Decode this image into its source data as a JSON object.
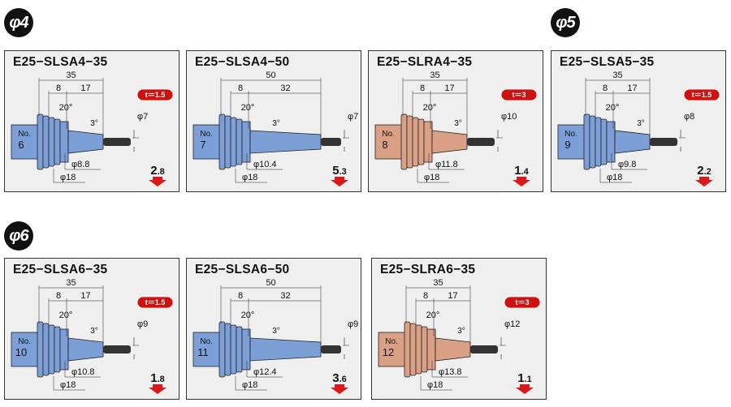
{
  "sections": [
    {
      "label": "φ4"
    },
    {
      "label": "φ5"
    },
    {
      "label": "φ6"
    }
  ],
  "colors": {
    "blue": "#7c9fd8",
    "copper": "#d9a085",
    "shank": "#333333",
    "badge": "#cc1111",
    "arrow": "#d71a1a"
  },
  "cards": [
    {
      "title": "E25−SLSA4−35",
      "variant": "short",
      "color": "blue",
      "no_label": "No.",
      "no": "6",
      "len": "35",
      "step": "8",
      "mid": "17",
      "angle": "20°",
      "taper": "3°",
      "tip": "φ7",
      "d1": "φ8.8",
      "d2": "φ18",
      "t": "t＝1.5",
      "w_int": "2",
      "w_dec": ".8"
    },
    {
      "title": "E25−SLSA4−50",
      "variant": "long",
      "color": "blue",
      "no_label": "No.",
      "no": "7",
      "len": "50",
      "step": "8",
      "mid": "32",
      "angle": "20°",
      "taper": "3°",
      "tip": "φ7",
      "d1": "φ10.4",
      "d2": "φ18",
      "t": "",
      "w_int": "5",
      "w_dec": ".3"
    },
    {
      "title": "E25−SLRA4−35",
      "variant": "short",
      "color": "copper",
      "no_label": "No.",
      "no": "8",
      "len": "35",
      "step": "8",
      "mid": "17",
      "angle": "20°",
      "taper": "3°",
      "tip": "φ10",
      "d1": "φ11.8",
      "d2": "φ18",
      "t": "t＝3",
      "w_int": "1",
      "w_dec": ".4"
    },
    {
      "title": "E25−SLSA5−35",
      "variant": "short",
      "color": "blue",
      "no_label": "No.",
      "no": "9",
      "len": "35",
      "step": "8",
      "mid": "17",
      "angle": "20°",
      "taper": "3°",
      "tip": "φ8",
      "d1": "φ9.8",
      "d2": "φ18",
      "t": "t＝1.5",
      "w_int": "2",
      "w_dec": ".2"
    },
    {
      "title": "E25−SLSA6−35",
      "variant": "short",
      "color": "blue",
      "no_label": "No.",
      "no": "10",
      "len": "35",
      "step": "8",
      "mid": "17",
      "angle": "20°",
      "taper": "3°",
      "tip": "φ9",
      "d1": "φ10.8",
      "d2": "φ18",
      "t": "t＝1.5",
      "w_int": "1",
      "w_dec": ".8"
    },
    {
      "title": "E25−SLSA6−50",
      "variant": "long",
      "color": "blue",
      "no_label": "No.",
      "no": "11",
      "len": "50",
      "step": "8",
      "mid": "32",
      "angle": "20°",
      "taper": "3°",
      "tip": "φ9",
      "d1": "φ12.4",
      "d2": "φ18",
      "t": "",
      "w_int": "3",
      "w_dec": ".6"
    },
    {
      "title": "E25−SLRA6−35",
      "variant": "short",
      "color": "copper",
      "no_label": "No.",
      "no": "12",
      "len": "35",
      "step": "8",
      "mid": "17",
      "angle": "20°",
      "taper": "3°",
      "tip": "φ12",
      "d1": "φ13.8",
      "d2": "φ18",
      "t": "t＝3",
      "w_int": "1",
      "w_dec": ".1"
    }
  ]
}
